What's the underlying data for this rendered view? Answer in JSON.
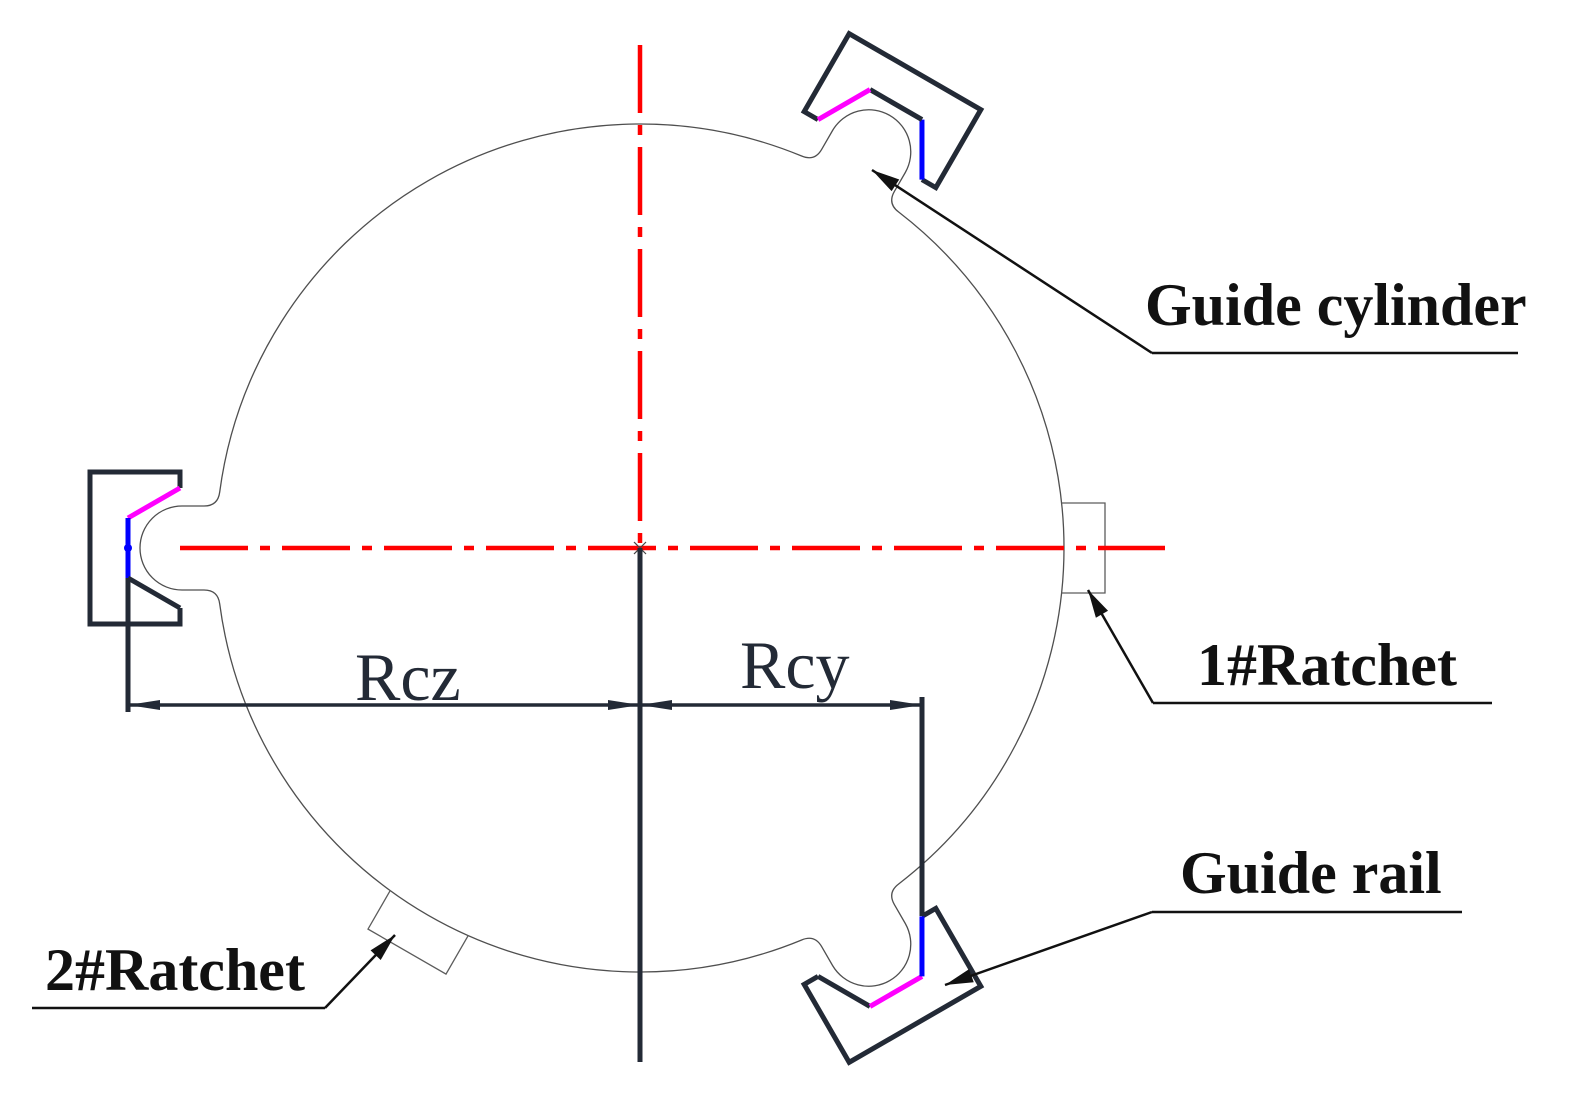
{
  "dimensions": {
    "left_label": "Rcz",
    "right_label": "Rcy"
  },
  "callouts": {
    "guide_cylinder": "Guide cylinder",
    "ratchet_1": "1#Ratchet",
    "guide_rail": "Guide rail",
    "ratchet_2": "2#Ratchet"
  },
  "colors": {
    "centerline": "#ff0000",
    "face_magenta": "#ff00ff",
    "face_blue": "#0000ff"
  }
}
